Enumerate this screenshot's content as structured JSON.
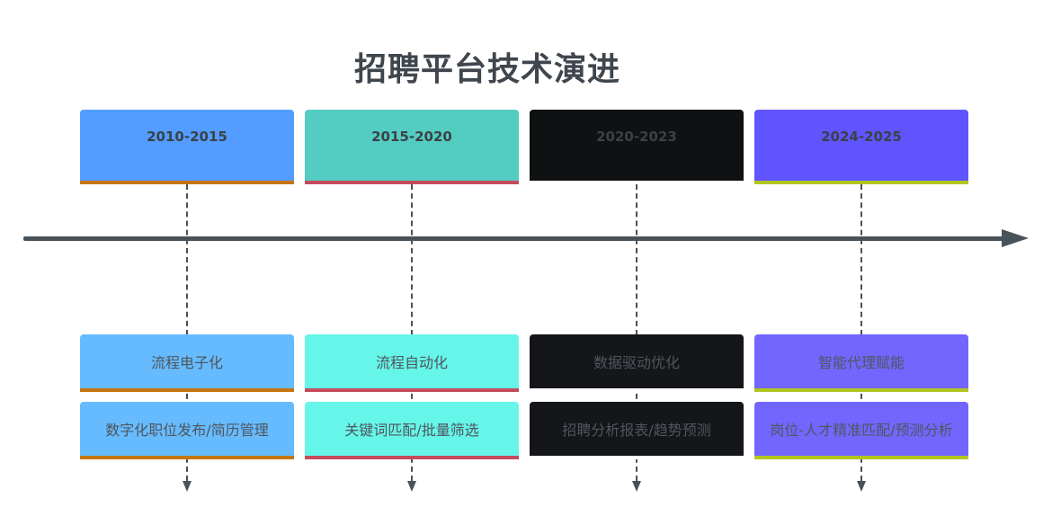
{
  "title": "招聘平台技术演进",
  "colors": {
    "axis": "#4a5259",
    "title_text": "#3f464d"
  },
  "stages": [
    {
      "period": "2010-2015",
      "event": "流程电子化",
      "detail": "数字化职位发布/简历管理",
      "period_color": "#529dff",
      "event_color": "#66bbff",
      "accent": "#c4760e"
    },
    {
      "period": "2015-2020",
      "event": "流程自动化",
      "detail": "关键词匹配/批量筛选",
      "period_color": "#53cdc1",
      "event_color": "#66f5e9",
      "accent": "#c54b5a"
    },
    {
      "period": "2020-2023",
      "event": "数据驱动优化",
      "detail": "招聘分析报表/趋势预测",
      "period_color": "#101113",
      "event_color": "#141619",
      "accent": "#ffffff"
    },
    {
      "period": "2024-2025",
      "event": "智能代理赋能",
      "detail": "岗位-人才精准匹配/预测分析",
      "period_color": "#6054ff",
      "event_color": "#7266ff",
      "accent": "#b3c520"
    }
  ]
}
